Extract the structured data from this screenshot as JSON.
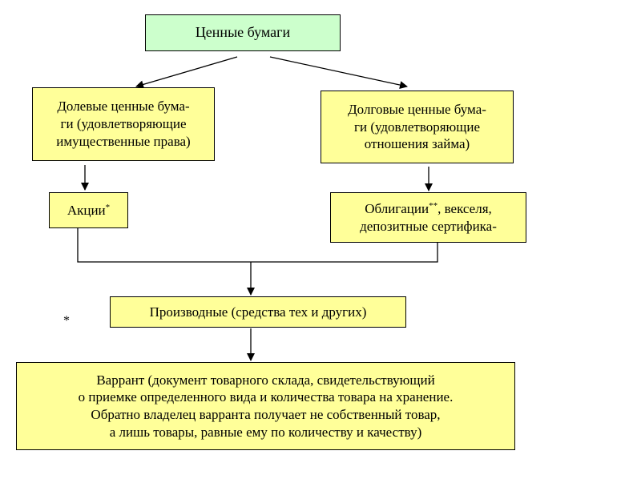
{
  "diagram": {
    "root": "Ценные бумаги",
    "equity": "Долевые ценные бума-\nги (удовлетворяющие\nимущественные права)",
    "debt": "Долговые ценные бума-\nги (удовлетворяющие\nотношения займа)",
    "shares": "Акции",
    "shares_mark": "*",
    "bonds_line1": "Облигации",
    "bonds_mark": "**",
    "bonds_line1_rest": ", векселя,",
    "bonds_line2": "депозитные сертифика-",
    "derivatives": "Производные (средства тех и других)",
    "note_mark": "*",
    "warrant": "Варрант (документ товарного склада, свидетельствующий\nо приемке определенного вида и количества товара на хранение.\nОбратно владелец варранта получает не собственный товар,\nа лишь товары, равные ему по количеству и качеству)"
  }
}
